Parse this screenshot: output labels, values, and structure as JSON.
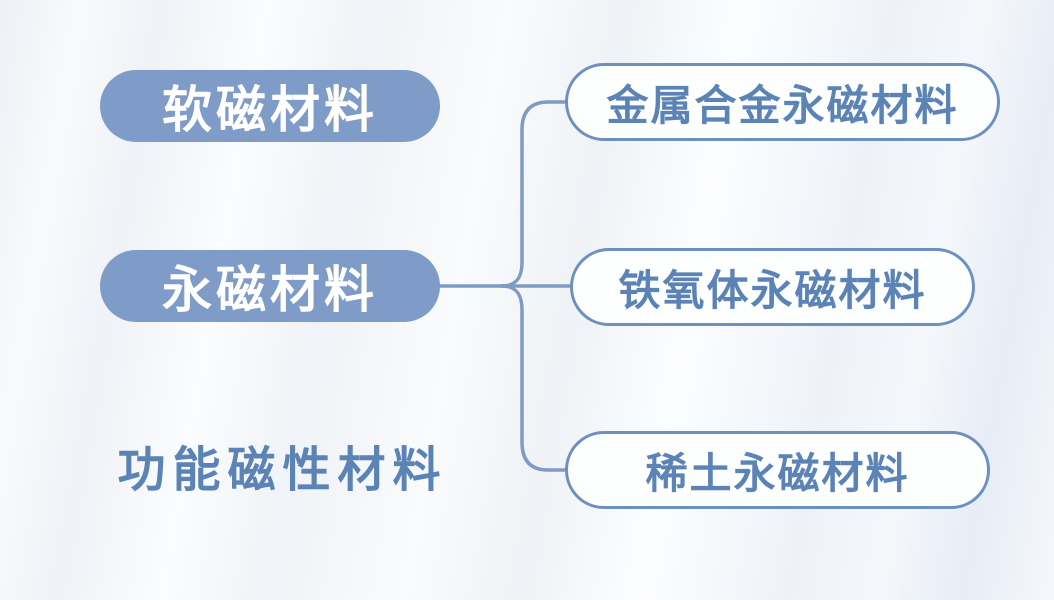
{
  "diagram": {
    "left_nodes": [
      {
        "label": "软磁材料",
        "style": "filled-pill"
      },
      {
        "label": "永磁材料",
        "style": "filled-pill"
      },
      {
        "label": "功能磁性材料",
        "style": "plain-text"
      }
    ],
    "right_nodes": [
      {
        "label": "金属合金永磁材料",
        "style": "outline-pill"
      },
      {
        "label": "铁氧体永磁材料",
        "style": "outline-pill"
      },
      {
        "label": "稀土永磁材料",
        "style": "outline-pill"
      }
    ],
    "connections": [
      {
        "from": "永磁材料",
        "to": "金属合金永磁材料"
      },
      {
        "from": "永磁材料",
        "to": "铁氧体永磁材料"
      },
      {
        "from": "永磁材料",
        "to": "稀土永磁材料"
      }
    ],
    "colors": {
      "pill_fill": "#7e9cc7",
      "pill_text": "#ffffff",
      "outline_border": "#6d90c0",
      "outline_text": "#5c83b6",
      "connector": "#7d9bc5",
      "background": "#f3f5f8"
    }
  }
}
